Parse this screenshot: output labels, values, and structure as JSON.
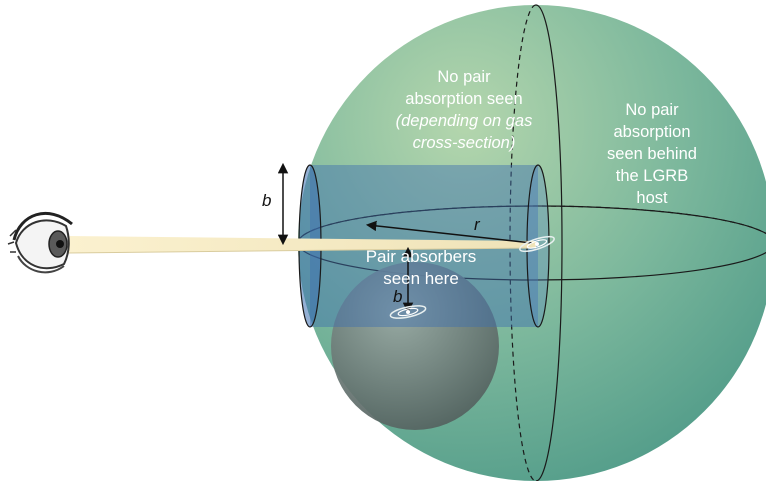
{
  "labels": {
    "no_pair_seen_line1": "No pair",
    "no_pair_seen_line2": "absorption seen",
    "depending_line1": "(depending on gas",
    "depending_line2": "cross-section)",
    "behind_line1": "No pair",
    "behind_line2": "absorption",
    "behind_line3": "seen behind",
    "behind_line4": "the LGRB",
    "behind_line5": "host",
    "pair_line1": "Pair absorbers",
    "pair_line2": "seen here",
    "b_outer": "b",
    "b_inner": "b",
    "r": "r"
  },
  "colors": {
    "sphere_light": "#a8d0a8",
    "sphere_dark": "#4f9a88",
    "cylinder": "#3d6fb0",
    "beam": "#f5ebc8",
    "text_on_sphere": "#ffffff"
  }
}
